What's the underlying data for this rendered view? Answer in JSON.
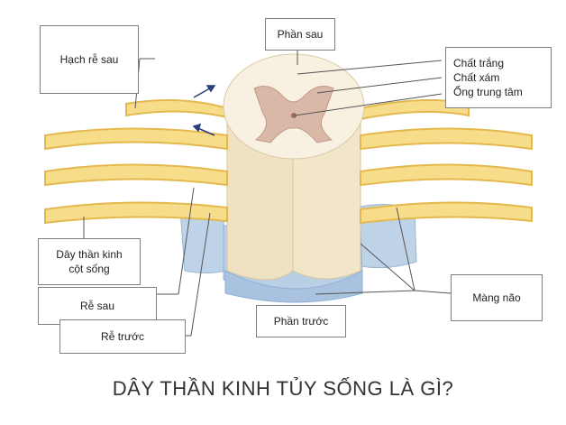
{
  "labels": {
    "hach_re_sau": "Hạch rễ sau",
    "phan_sau": "Phần sau",
    "chat_trang": "Chất trắng",
    "chat_xam": "Chất xám",
    "ong_trung_tam": "Ống trung tâm",
    "day_than_kinh_line1": "Dây thần kinh",
    "day_than_kinh_line2": "cột sống",
    "re_sau": "Rễ sau",
    "re_truoc": "Rễ trước",
    "phan_truoc": "Phần trước",
    "mang_nao": "Màng não"
  },
  "title": "DÂY THẦN KINH TỦY SỐNG LÀ GÌ?",
  "colors": {
    "nerve": "#f7dd8a",
    "nerve_stroke": "#e3b94e",
    "white_matter": "#f8f1e2",
    "grey_matter": "#d9b8a8",
    "meninges": "#b9cfe6",
    "cord_body": "#efe2c3"
  }
}
